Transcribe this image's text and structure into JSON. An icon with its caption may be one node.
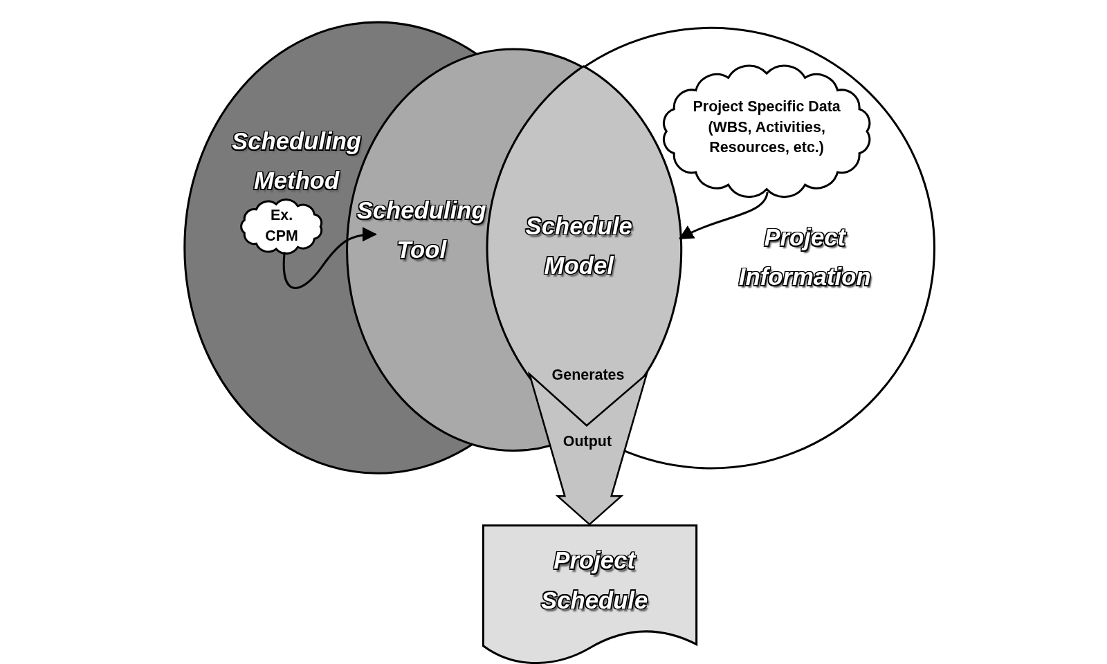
{
  "diagram": {
    "nodes": [
      {
        "text": [
          "Scheduling Method"
        ]
      },
      {
        "text": [
          "Ex. CPM"
        ],
        "in": 0
      },
      {
        "text": [
          "Scheduling Tool"
        ]
      },
      {
        "text": [
          "Schedule Model"
        ]
      },
      {
        "text": [
          "Project Information"
        ]
      },
      {
        "text": [
          "Project Specific Data (WBS, Activities, Resources, etc.)"
        ],
        "in": 4
      },
      {
        "text": [
          "Project Schedule"
        ]
      }
    ],
    "edges": [
      {
        "from": 1,
        "to": 2,
        "arrow": "to"
      },
      {
        "from": 5,
        "to": 3,
        "arrow": "to"
      },
      {
        "from": 3,
        "to": 6,
        "arrow": "to",
        "label": "Generates",
        "style": "thick"
      }
    ],
    "labels": [
      "Output"
    ]
  }
}
